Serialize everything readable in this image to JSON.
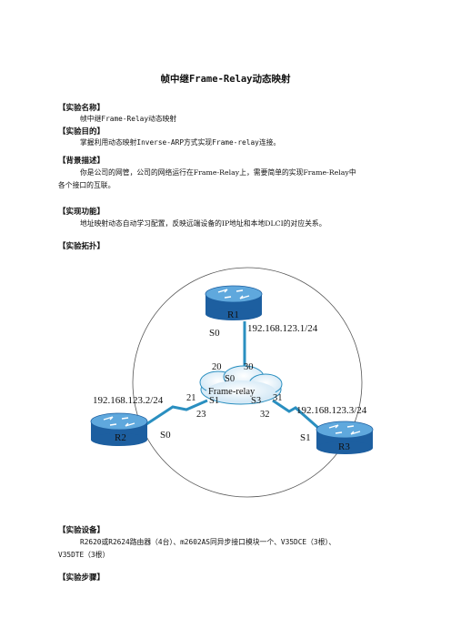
{
  "title": "帧中继Frame-Relay动态映射",
  "sections": {
    "name": {
      "heading": "【实验名称】",
      "text": "帧中继Frame-Relay动态映射"
    },
    "purpose": {
      "heading": "【实验目的】",
      "text": "掌握利用动态映射Inverse-ARP方式实现Frame-relay连接。"
    },
    "background": {
      "heading": "【背景描述】",
      "line1": "你是公司的网管，公司的网络运行在Frame-Relay上，需要简单的实现Frame-Relay中",
      "line2": "各个接口的互联。"
    },
    "function": {
      "heading": "【实现功能】",
      "text": "地址映射动态自动学习配置，反映远端设备的IP地址和本地DLCI的对应关系。"
    },
    "topology": {
      "heading": "【实验拓扑】"
    },
    "equipment": {
      "heading": "【实验设备】",
      "line1": "R2620或R2624路由器（4台）、m2602AS同异步接口模块一个、V35DCE（3根）、",
      "line2": "V35DTE（3根）"
    },
    "steps": {
      "heading": "【实验步骤】"
    }
  },
  "diagram": {
    "routers": {
      "r1": "R1",
      "r2": "R2",
      "r3": "R3"
    },
    "cloud": "Frame-relay",
    "r1_ip": "192.168.123.1/24",
    "r2_ip": "192.168.123.2/24",
    "r3_ip": "192.168.123.3/24",
    "r1_port": "S0",
    "r2_port": "S0",
    "r3_port": "S1",
    "fr_s0": "S0",
    "fr_s1": "S1",
    "fr_s3": "S3",
    "dlci": {
      "d20": "20",
      "d30": "30",
      "d21": "21",
      "d23": "23",
      "d31": "31",
      "d32": "32"
    }
  },
  "colors": {
    "link": "#2a8fc0",
    "router_top": "#2e7dc2",
    "router_body": "#1d5fa0"
  }
}
